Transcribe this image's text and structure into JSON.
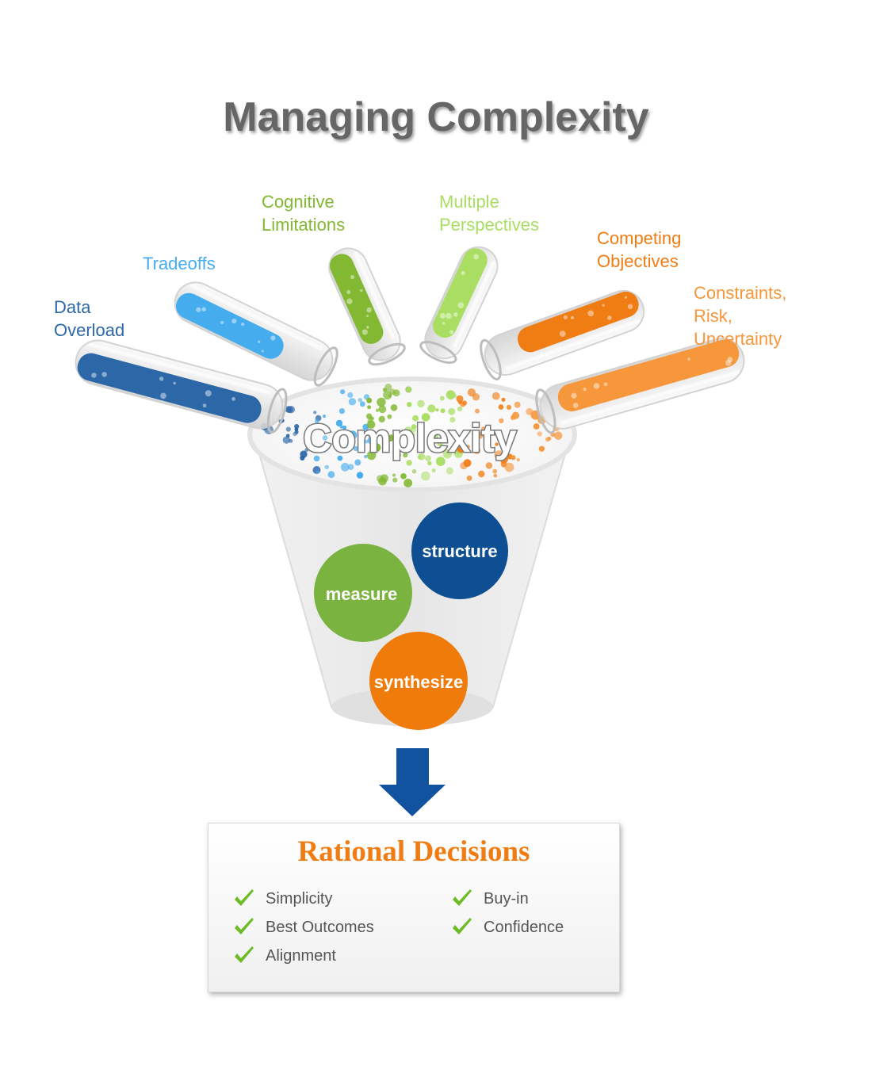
{
  "title": "Managing Complexity",
  "funnel_label": "Complexity",
  "inputs": [
    {
      "label": "Data\nOverload",
      "color": "#2c68a8"
    },
    {
      "label": "Tradeoffs",
      "color": "#45acee"
    },
    {
      "label": "Cognitive\nLimitations",
      "color": "#82b832"
    },
    {
      "label": "Multiple\nPerspectives",
      "color": "#a9de62"
    },
    {
      "label": "Competing\nObjectives",
      "color": "#ef7d14"
    },
    {
      "label": "Constraints,\nRisk,\nUncertainty",
      "color": "#f5973a"
    }
  ],
  "steps": [
    {
      "label": "structure",
      "color": "#0e4e92"
    },
    {
      "label": "measure",
      "color": "#7ab340"
    },
    {
      "label": "synthesize",
      "color": "#ef7b0a"
    }
  ],
  "arrow_color": "#1253a0",
  "outcome": {
    "title": "Rational Decisions",
    "check_color": "#6dbb26",
    "left_items": [
      "Simplicity",
      "Best Outcomes",
      "Alignment"
    ],
    "right_items": [
      "Buy-in",
      "Confidence"
    ]
  }
}
